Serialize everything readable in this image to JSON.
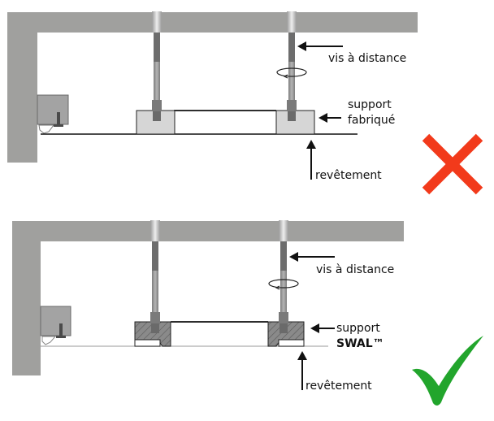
{
  "panels": [
    {
      "id": "incorrect",
      "labels": {
        "screw": "vis à distance",
        "support_line1": "support",
        "support_line2": "fabriqué",
        "covering": "revêtement"
      },
      "verdict": "incorrect",
      "verdict_icon": "cross-icon",
      "verdict_color": "#f23a1b"
    },
    {
      "id": "correct",
      "labels": {
        "screw": "vis à distance",
        "support_line1": "support",
        "support_line2": "SWAL™",
        "covering": "revêtement"
      },
      "verdict": "correct",
      "verdict_icon": "checkmark-icon",
      "verdict_color": "#22a52c"
    }
  ],
  "colors": {
    "wall": "#a0a09e",
    "fabricated_support": "#d6d6d6",
    "rod": "#8e8e8e",
    "line": "#111111"
  }
}
